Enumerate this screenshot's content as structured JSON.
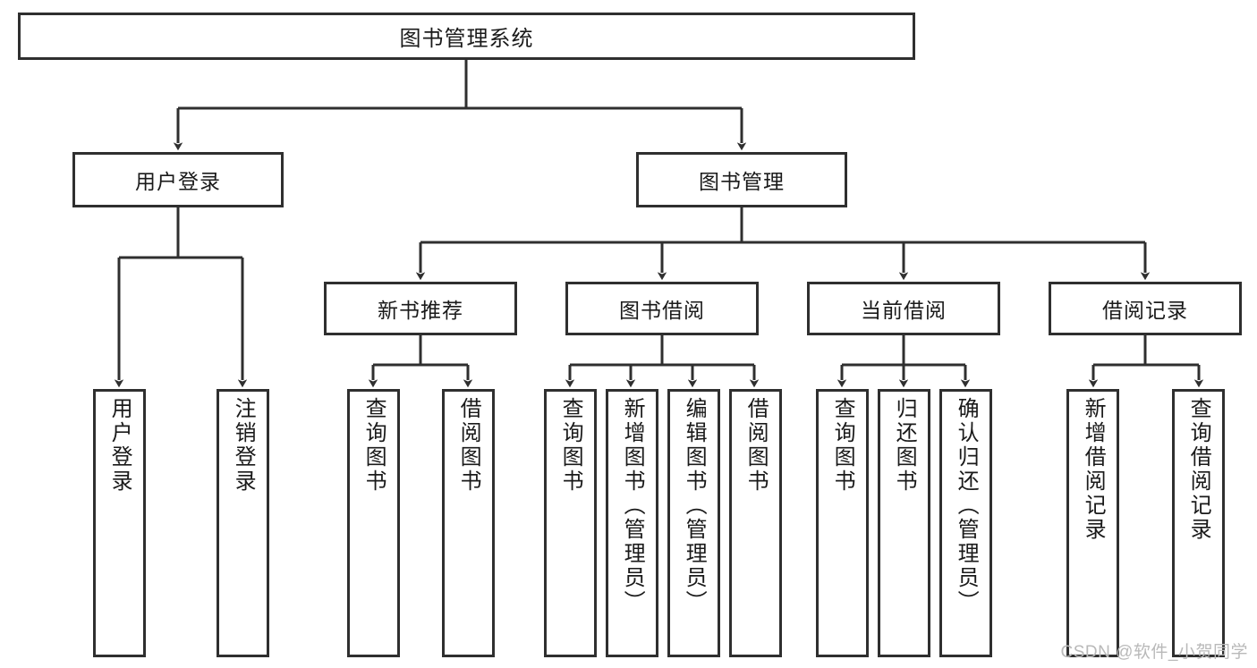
{
  "diagram": {
    "title": "图书管理系统",
    "type": "tree-hierarchy-diagram",
    "style": {
      "box_border_color": "#2f2f2f",
      "box_fill_color": "#ffffff",
      "line_color": "#2f2f2f",
      "text_color": "#1a1a1a",
      "background": "#ffffff",
      "watermark_color": "#b9b9b9"
    },
    "root": {
      "id": "root",
      "label": "图书管理系统"
    },
    "level2": [
      {
        "id": "user-login",
        "label": "用户登录"
      },
      {
        "id": "book-management",
        "label": "图书管理"
      }
    ],
    "level3": [
      {
        "id": "new-book-recommend",
        "label": "新书推荐"
      },
      {
        "id": "book-borrow",
        "label": "图书借阅"
      },
      {
        "id": "current-borrow",
        "label": "当前借阅"
      },
      {
        "id": "borrow-record",
        "label": "借阅记录"
      }
    ],
    "leaves": [
      {
        "id": "leaf-user-login",
        "label": "用户登录",
        "parent": "用户登录"
      },
      {
        "id": "leaf-logout-login",
        "label": "注销登录",
        "parent": "用户登录"
      },
      {
        "id": "leaf-query-book-1",
        "label": "查询图书",
        "parent": "新书推荐"
      },
      {
        "id": "leaf-borrow-book-1",
        "label": "借阅图书",
        "parent": "新书推荐"
      },
      {
        "id": "leaf-query-book-2",
        "label": "查询图书",
        "parent": "图书借阅"
      },
      {
        "id": "leaf-add-book",
        "label": "新增图书（管理员）",
        "parent": "图书借阅"
      },
      {
        "id": "leaf-edit-book",
        "label": "编辑图书（管理员）",
        "parent": "图书借阅"
      },
      {
        "id": "leaf-borrow-book-2",
        "label": "借阅图书",
        "parent": "图书借阅"
      },
      {
        "id": "leaf-query-book-3",
        "label": "查询图书",
        "parent": "当前借阅"
      },
      {
        "id": "leaf-return-book",
        "label": "归还图书",
        "parent": "当前借阅"
      },
      {
        "id": "leaf-confirm-return",
        "label": "确认归还（管理员）",
        "parent": "当前借阅"
      },
      {
        "id": "leaf-add-record",
        "label": "新增借阅记录",
        "parent": "借阅记录"
      },
      {
        "id": "leaf-query-record",
        "label": "查询借阅记录",
        "parent": "借阅记录"
      }
    ]
  },
  "watermark": {
    "text": "CSDN @软件_小贺同学"
  }
}
